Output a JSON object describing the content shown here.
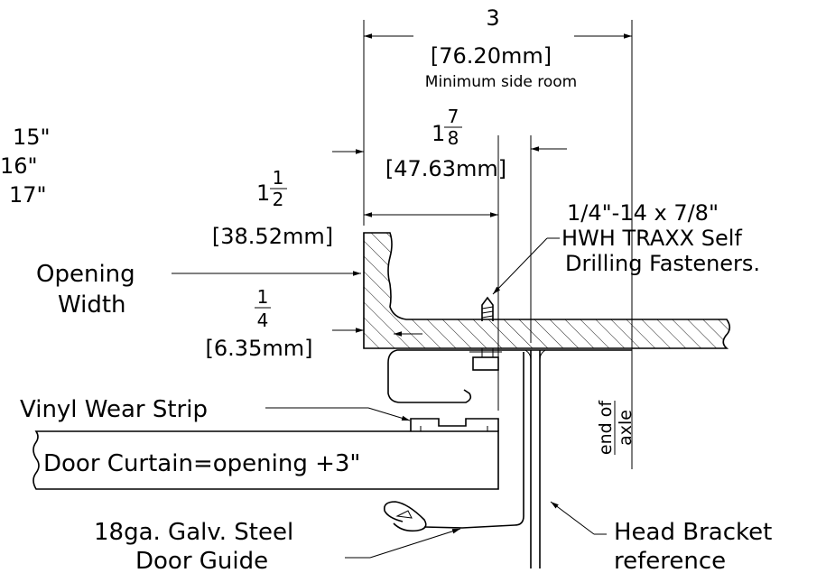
{
  "dimensions": {
    "min_side_room": {
      "value": "3",
      "metric": "[76.20mm]",
      "caption": "Minimum side room"
    },
    "bracket_offset": {
      "whole": "1",
      "numerator": "7",
      "denominator": "8",
      "metric": "[47.63mm]"
    },
    "angle_width": {
      "whole": "1",
      "numerator": "1",
      "denominator": "2",
      "metric": "[38.52mm]"
    },
    "angle_thickness": {
      "numerator": "1",
      "denominator": "4",
      "metric": "[6.35mm]"
    }
  },
  "size_list": [
    "15\"",
    "16\"",
    "17\""
  ],
  "labels": {
    "opening_width_line1": "Opening",
    "opening_width_line2": "Width",
    "fastener_line1": "1/4\"-14 x 7/8\"",
    "fastener_line2": "HWH TRAXX Self",
    "fastener_line3": "Drilling Fasteners.",
    "wear_strip": "Vinyl Wear Strip",
    "door_curtain": "Door Curtain=opening +3\"",
    "door_guide_line1": "18ga. Galv. Steel",
    "door_guide_line2": "Door Guide",
    "head_bracket_line1": "Head Bracket",
    "head_bracket_line2": "reference",
    "end_of_axle_line1": "end of",
    "end_of_axle_line2": "axle"
  }
}
